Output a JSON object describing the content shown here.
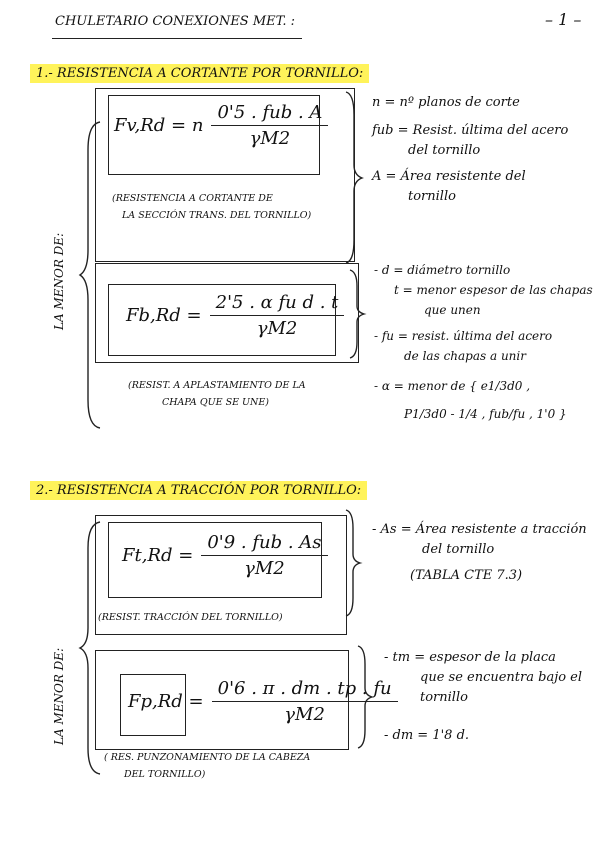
{
  "header": {
    "title": "CHULETARIO CONEXIONES MET. :",
    "page_number": "– 1 –"
  },
  "section1": {
    "heading": "1.- RESISTENCIA A CORTANTE POR TORNILLO:",
    "side_label": "LA MENOR DE:",
    "formula_a": {
      "lhs": "Fv,Rd = n",
      "numerator": "0'5 . fub . A",
      "denominator": "γM2",
      "caption_line1": "(RESISTENCIA A CORTANTE DE",
      "caption_line2": "LA SECCIÓN TRANS. DEL TORNILLO)",
      "notes": [
        "n = nº planos de corte",
        "fub = Resist. última del acero",
        "del tornillo",
        "A = Área resistente del",
        "tornillo"
      ]
    },
    "formula_b": {
      "lhs": "Fb,Rd =",
      "numerator": "2'5 . α fu d . t",
      "denominator": "γM2",
      "caption_line1": "(RESIST. A APLASTAMIENTO DE LA",
      "caption_line2": "CHAPA QUE SE UNE)",
      "notes": [
        "- d = diámetro tornillo",
        "t = menor espesor de las chapas",
        "que unen",
        "- fu = resist. última del acero",
        "de las chapas a unir",
        "- α = menor de { e1/3d0 ,",
        "P1/3d0 - 1/4 , fub/fu , 1'0 }"
      ]
    }
  },
  "section2": {
    "heading": "2.- RESISTENCIA A TRACCIÓN POR TORNILLO:",
    "side_label": "LA MENOR DE:",
    "formula_a": {
      "lhs": "Ft,Rd =",
      "numerator": "0'9 . fub . As",
      "denominator": "γM2",
      "caption_line1": "(RESIST. TRACCIÓN DEL TORNILLO)",
      "notes": [
        "- As = Área resistente a tracción",
        "del tornillo",
        "(TABLA CTE 7.3)"
      ]
    },
    "formula_b": {
      "lhs": "Fp,Rd =",
      "numerator": "0'6 . π . dm . tp . fu",
      "denominator": "γM2",
      "caption_line1": "( RES. PUNZONAMIENTO DE LA CABEZA",
      "caption_line2": "DEL TORNILLO)",
      "notes": [
        "- tm = espesor de la placa",
        "que se encuentra bajo el",
        "tornillo",
        "- dm = 1'8 d."
      ]
    }
  }
}
